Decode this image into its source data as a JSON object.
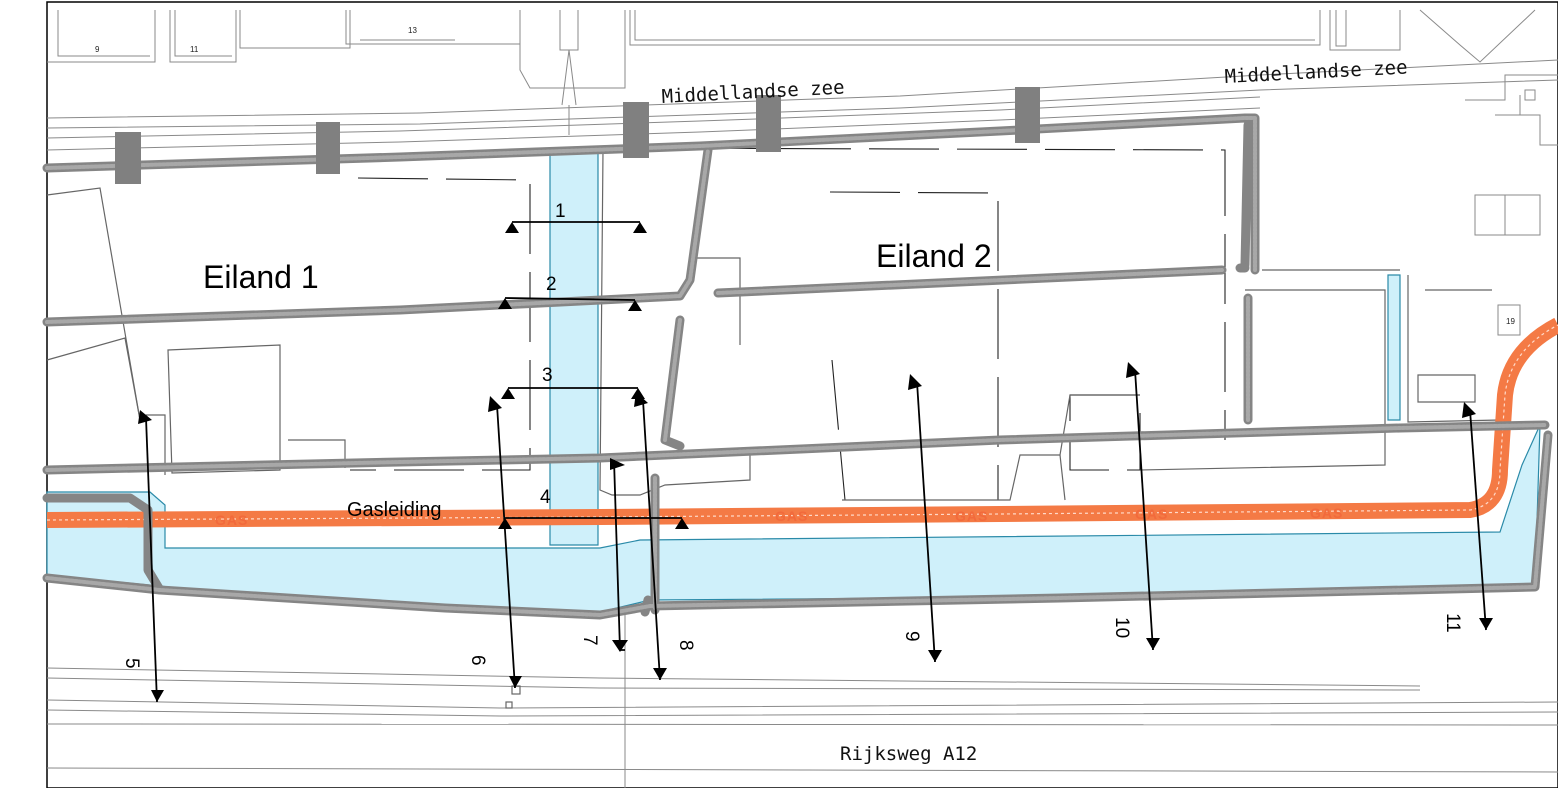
{
  "labels": {
    "street_top_center": "Middellandse zee",
    "street_top_right": "Middellandse zee",
    "street_bottom": "Rijksweg A12",
    "island_1": "Eiland 1",
    "island_2": "Eiland 2",
    "gas_pipe": "Gasleiding",
    "gas_tag": "GAS"
  },
  "house_numbers": [
    "9",
    "11",
    "13",
    "19"
  ],
  "sections": [
    {
      "id": "1"
    },
    {
      "id": "2"
    },
    {
      "id": "3"
    },
    {
      "id": "4"
    },
    {
      "id": "5"
    },
    {
      "id": "6"
    },
    {
      "id": "7"
    },
    {
      "id": "8"
    },
    {
      "id": "9"
    },
    {
      "id": "10"
    },
    {
      "id": "11"
    }
  ],
  "colors": {
    "water": "#cff0fa",
    "gas_pipe": "#f47a45",
    "path": "#858585",
    "section_lines": "#000000"
  }
}
